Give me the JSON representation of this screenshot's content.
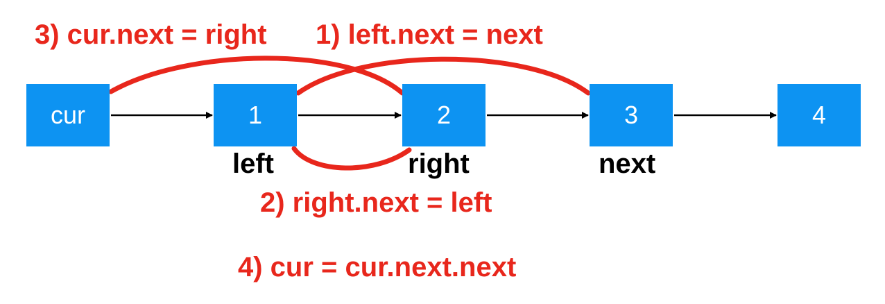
{
  "nodes": [
    {
      "id": "cur",
      "label": "cur"
    },
    {
      "id": "n1",
      "label": "1"
    },
    {
      "id": "n2",
      "label": "2"
    },
    {
      "id": "n3",
      "label": "3"
    },
    {
      "id": "n4",
      "label": "4"
    }
  ],
  "pointers": {
    "left": "left",
    "right": "right",
    "next": "next"
  },
  "steps": {
    "step1": "1) left.next = next",
    "step2": "2) right.next = left",
    "step3": "3) cur.next = right",
    "step4": "4) cur = cur.next.next"
  },
  "colors": {
    "node_fill": "#0d93f2",
    "node_text": "#ffffff",
    "annotation": "#e8271c",
    "arrow": "#000000"
  }
}
